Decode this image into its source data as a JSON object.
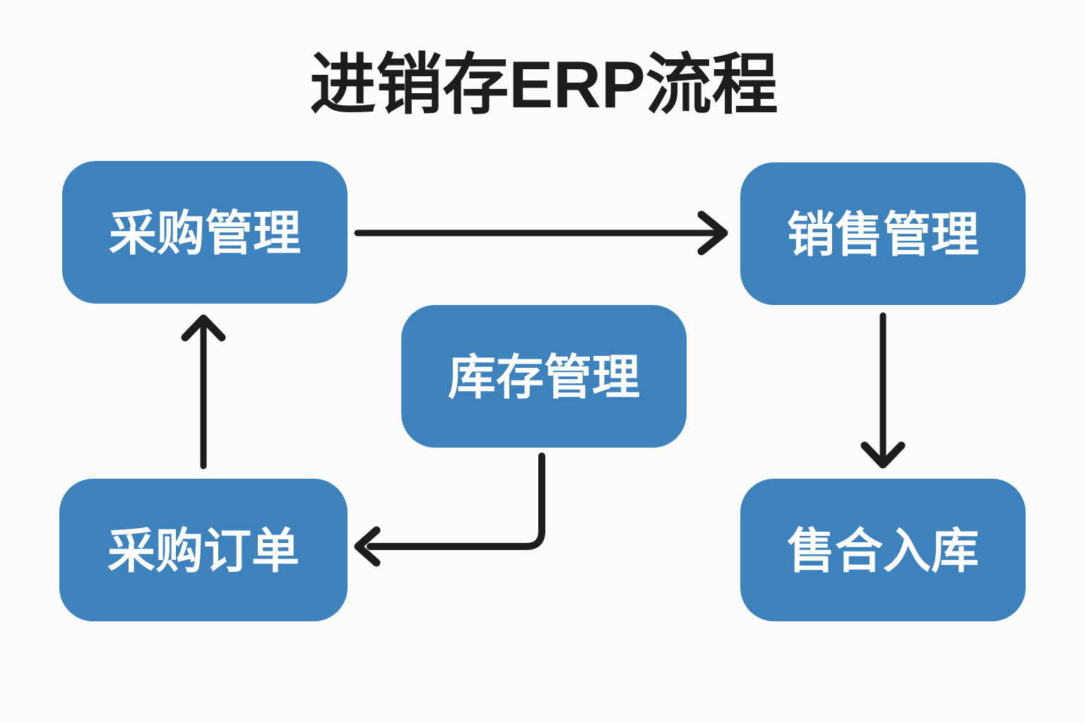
{
  "title": "进销存ERP流程",
  "colors": {
    "background": "#fcfcfc",
    "node_fill": "#3e82bd",
    "node_text": "#ffffff",
    "arrow": "#1d1d1f",
    "title_text": "#1d1d1f"
  },
  "nodes": [
    {
      "id": "purchase-management",
      "label": "采购管理"
    },
    {
      "id": "sales-management",
      "label": "销售管理"
    },
    {
      "id": "inventory-management",
      "label": "库存管理"
    },
    {
      "id": "purchase-order",
      "label": "采购订单"
    },
    {
      "id": "sales-warehousing",
      "label": "售合入库"
    }
  ],
  "edges": [
    {
      "from": "purchase-management",
      "to": "sales-management"
    },
    {
      "from": "sales-management",
      "to": "sales-warehousing"
    },
    {
      "from": "purchase-order",
      "to": "purchase-management"
    },
    {
      "from": "inventory-management",
      "to": "purchase-order"
    }
  ]
}
